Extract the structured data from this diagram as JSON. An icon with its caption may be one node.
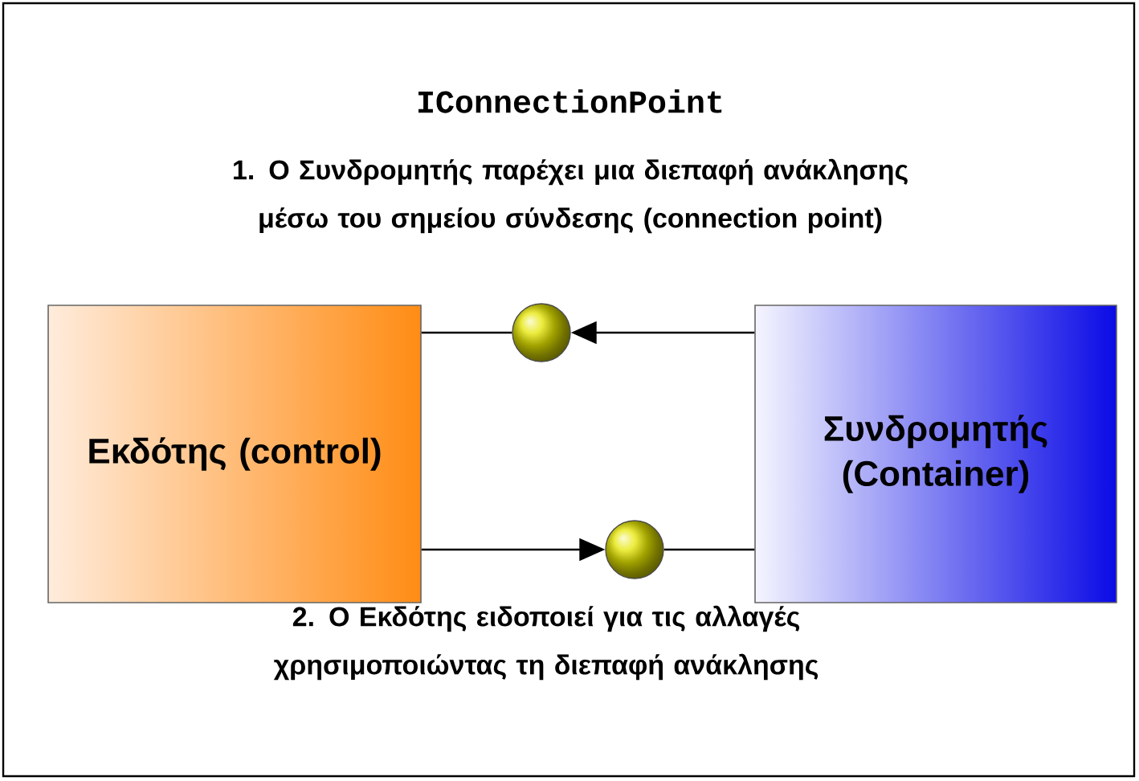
{
  "diagram": {
    "nodes": [
      {
        "text": [
          "Εκδότης (control)"
        ]
      },
      {
        "text": [
          "Συνδρομητής (Container)"
        ]
      },
      {
        "text": [],
        "shape": "circle"
      },
      {
        "text": [],
        "shape": "circle"
      }
    ],
    "edges": [
      {
        "from": 0,
        "to": 2,
        "arrow": "none"
      },
      {
        "from": 1,
        "to": 2,
        "arrow": "to"
      },
      {
        "from": 0,
        "to": 3,
        "arrow": "to"
      },
      {
        "from": 3,
        "to": 1,
        "arrow": "none"
      }
    ],
    "labels": [
      "IConnectionPoint",
      "1. Ο Συνδρομητής παρέχει μια διεπαφή ανάκλησης μέσω του σημείου σύνδεσης (connection point)",
      "2. Ο Εκδότης ειδοποιεί για τις αλλαγές χρησιμοποιώντας τη διεπαφή ανάκλησης"
    ]
  }
}
